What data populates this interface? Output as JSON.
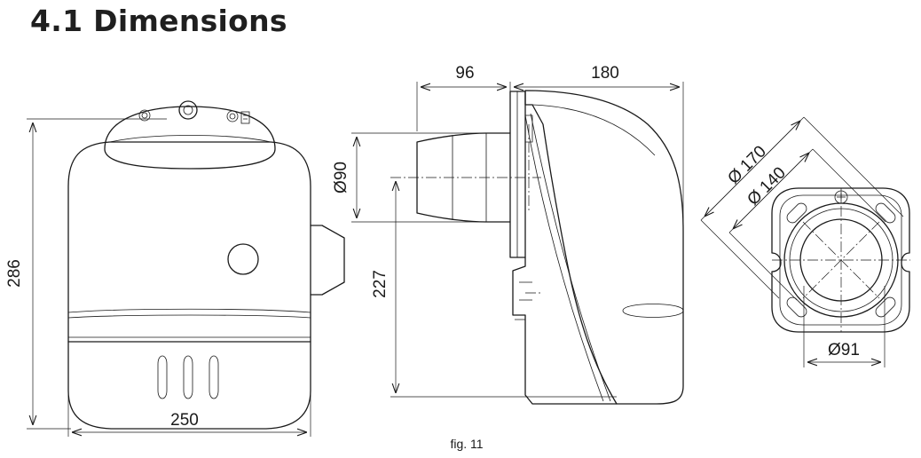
{
  "section_title": "4.1 Dimensions",
  "figure_caption": "fig. 11",
  "dimensions": {
    "front_height": "286",
    "front_width": "250",
    "side_flange_depth": "96",
    "side_body_depth": "180",
    "side_tube_diameter": "Ø90",
    "side_axis_height": "227",
    "flange_outer_diameter": "Ø 170",
    "flange_bolt_diameter": "Ø 140",
    "flange_hole_diameter": "Ø91"
  }
}
